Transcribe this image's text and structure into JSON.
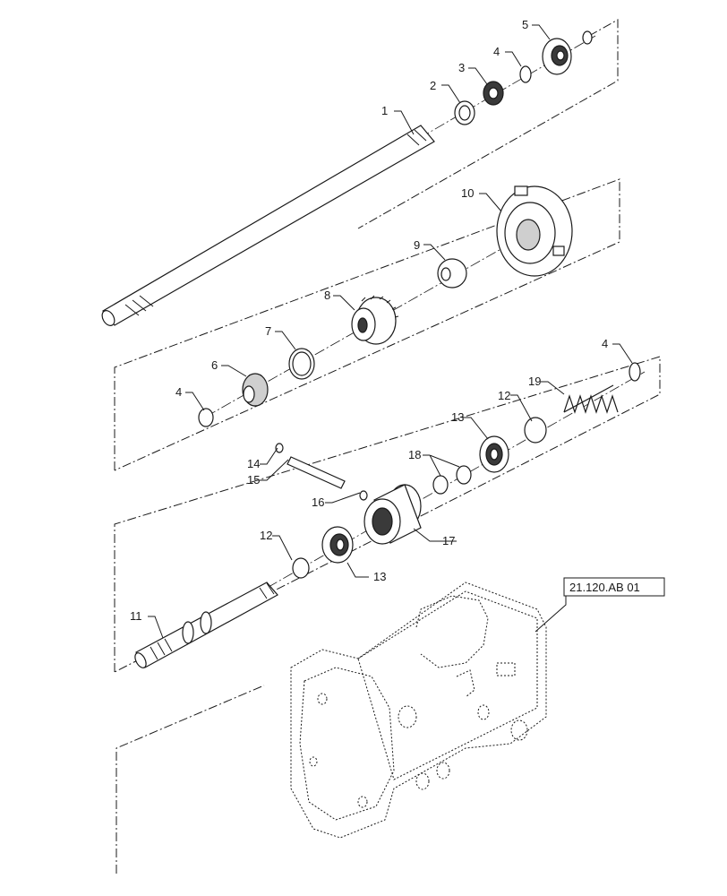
{
  "callouts": {
    "c1": "1",
    "c2": "2",
    "c3": "3",
    "c4a": "4",
    "c5": "5",
    "c6": "6",
    "c7": "7",
    "c8": "8",
    "c9": "9",
    "c10": "10",
    "c4b": "4",
    "c4c": "4",
    "c11": "11",
    "c12a": "12",
    "c12b": "12",
    "c13a": "13",
    "c13b": "13",
    "c14": "14",
    "c15": "15",
    "c16": "16",
    "c17": "17",
    "c18": "18",
    "c19": "19"
  },
  "reference": {
    "housing_ref": "21.120.AB 01"
  },
  "colors": {
    "line": "#1a1a1a",
    "dark_fill": "#3a3a3a",
    "background": "#ffffff"
  }
}
